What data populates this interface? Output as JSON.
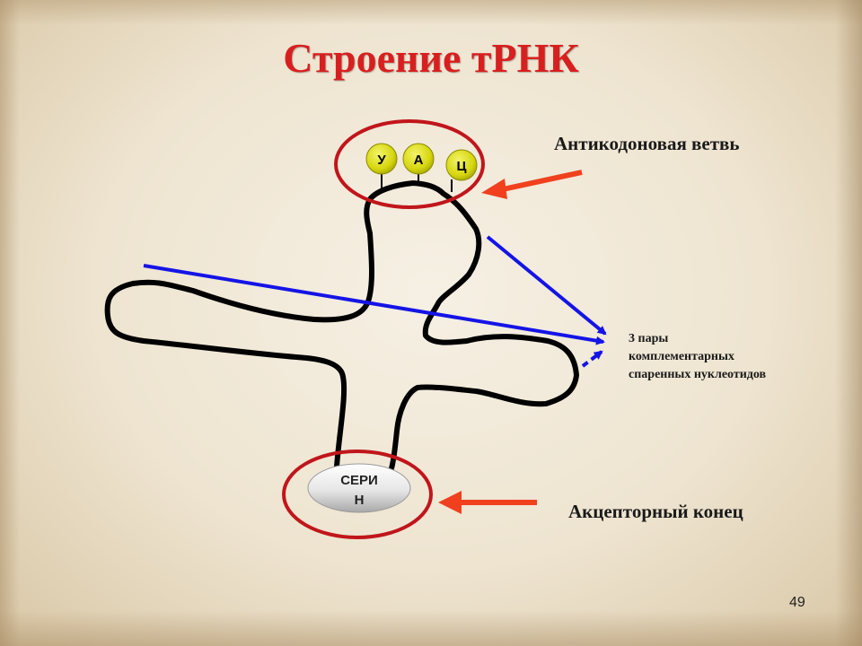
{
  "slide": {
    "title": "Строение тРНК",
    "page_number": "49"
  },
  "labels": {
    "anticodon_arm": "Антикодоновая ветвь",
    "acceptor_end": "Акцепторный конец",
    "pairs_lines": [
      "3 пары",
      "комплементарных",
      "спаренных нуклеотидов"
    ]
  },
  "anticodon": [
    "У",
    "А",
    "Ц"
  ],
  "amino_acid": [
    "СЕРИ",
    "Н"
  ],
  "colors": {
    "title": "#d81f1f",
    "ring": "#c0161b",
    "red_arrow": "#f0401e",
    "blue_arrow": "#1414e6",
    "nucleotide": "#d6d60e",
    "strand": "#000000"
  }
}
